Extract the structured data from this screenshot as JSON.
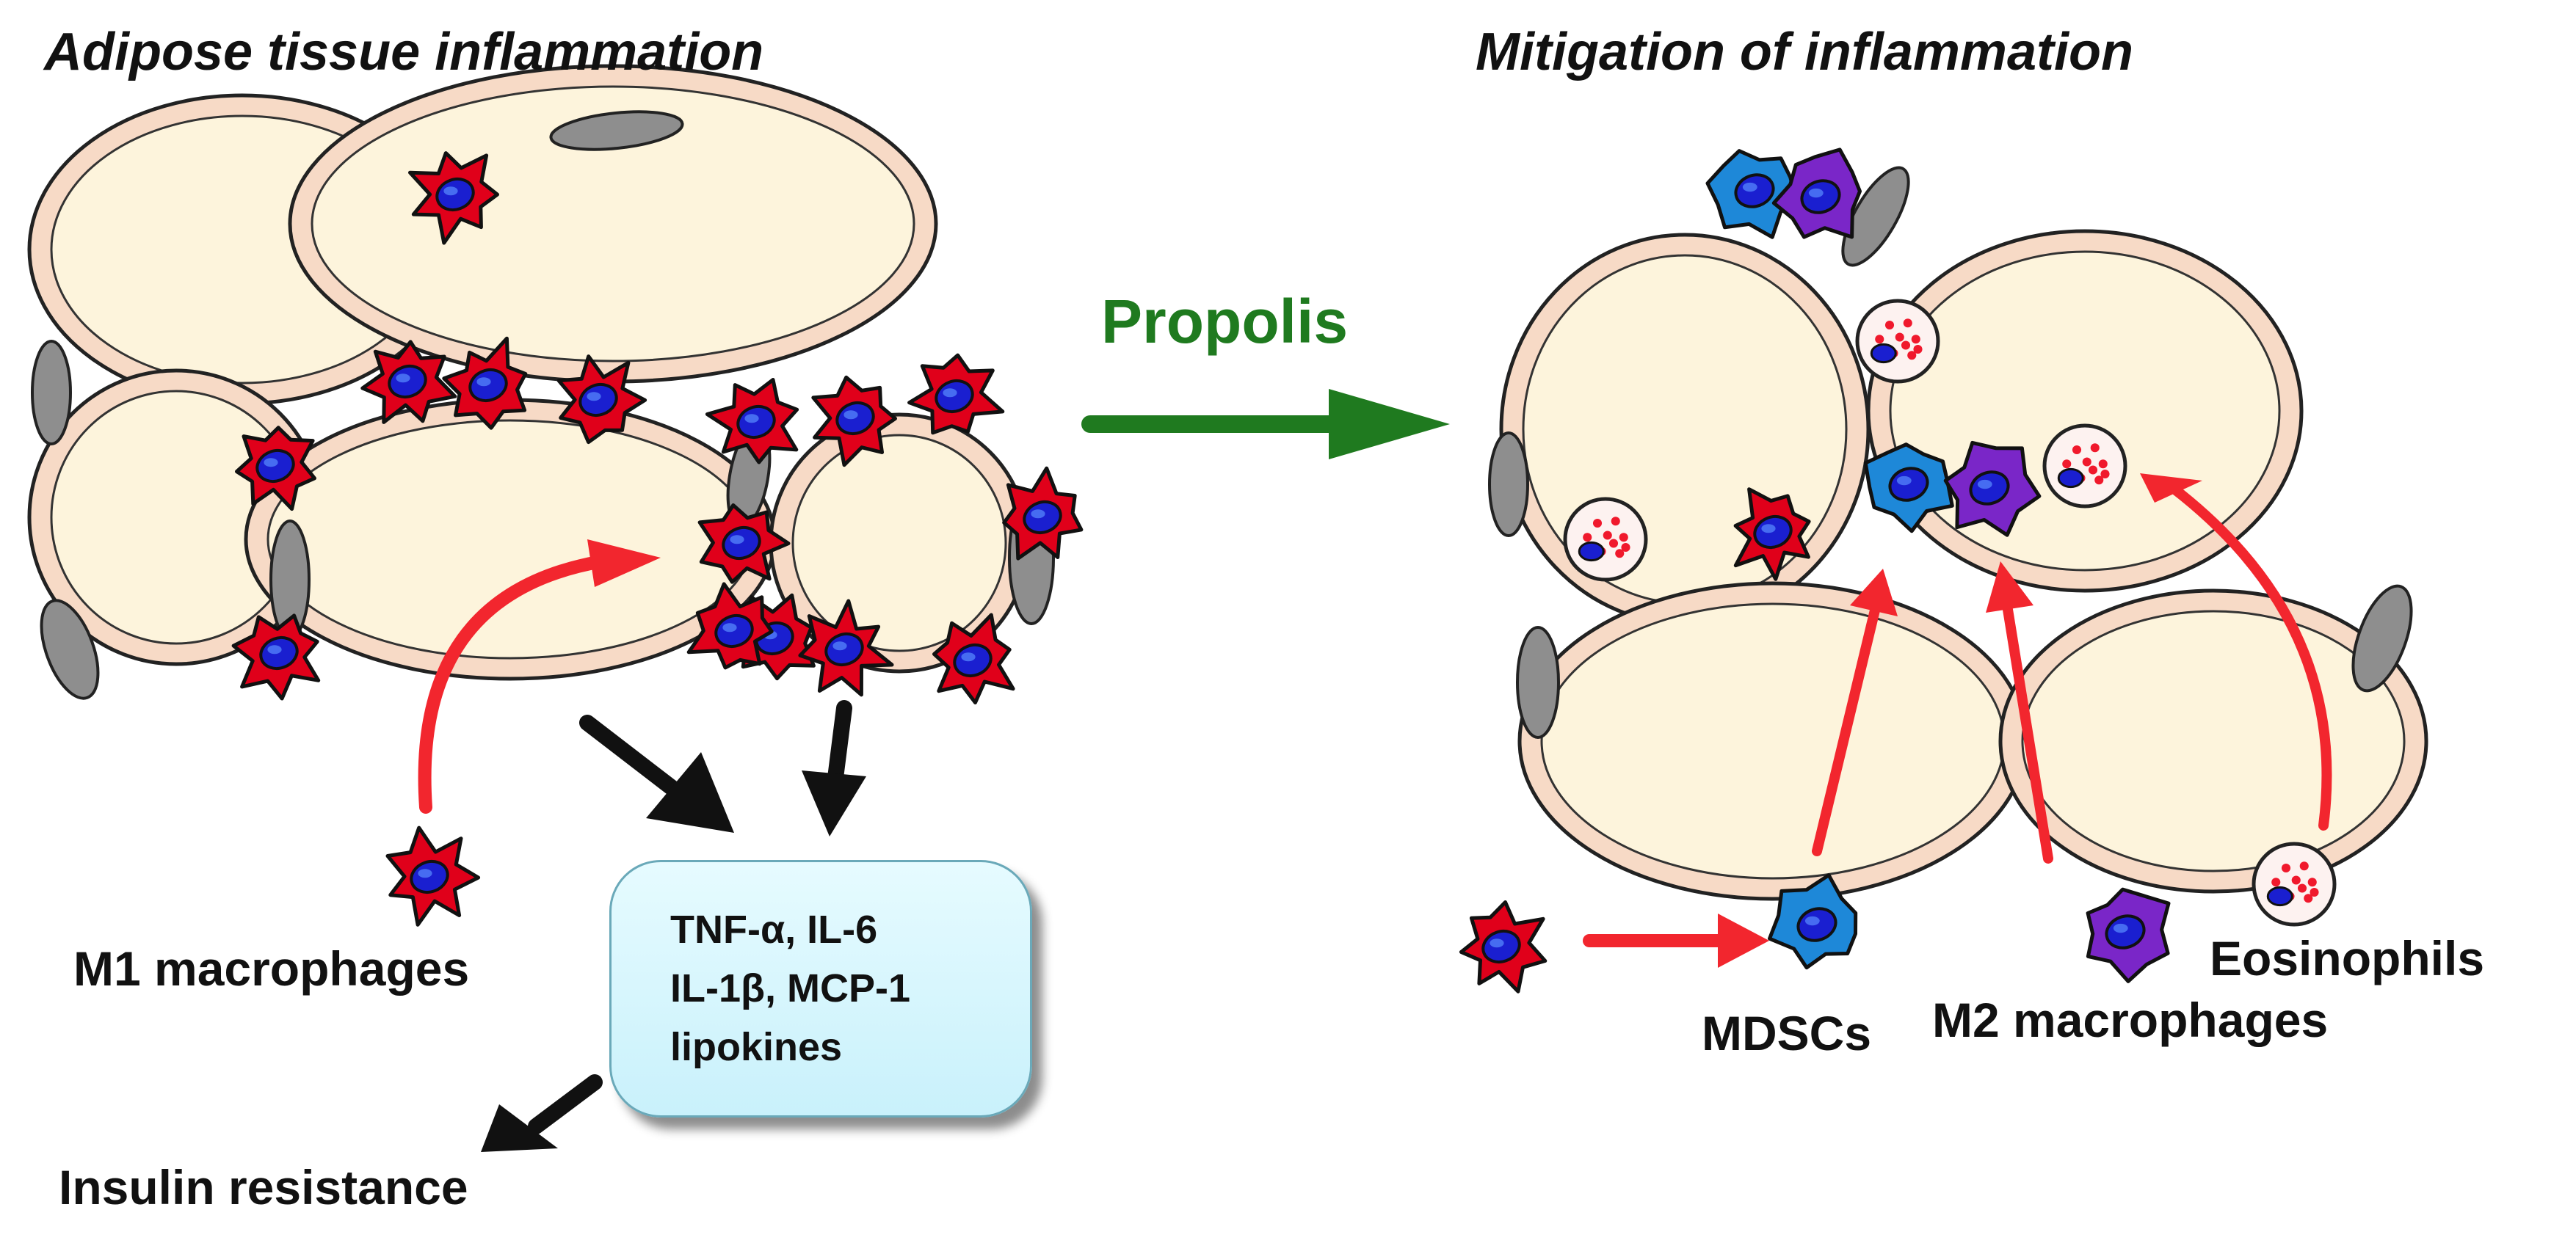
{
  "headings": {
    "left": "Adipose tissue inflammation",
    "right": "Mitigation of inflammation"
  },
  "treatment": "Propolis",
  "cytokine_box": {
    "line1": "TNF-α, IL-6",
    "line2": "IL-1β, MCP-1",
    "line3": "lipokines"
  },
  "labels": {
    "m1_macrophages": "M1 macrophages",
    "insulin_resistance": "Insulin resistance",
    "mdscs": "MDSCs",
    "m2_macrophages": "M2 macrophages",
    "eosinophils": "Eosinophils"
  },
  "colors": {
    "adipocyte_fill": "#fdf4dc",
    "adipocyte_rim": "#f7dac6",
    "m1_macrophage": "#e0001a",
    "nucleus": "#1a1fd0",
    "mdsc": "#1e88d8",
    "m2_macrophage": "#7a26c8",
    "eosinophil_granule": "#f0192c",
    "black_arrow": "#111111",
    "red_arrow": "#f2262e",
    "propolis_arrow": "#1f7a1f"
  }
}
